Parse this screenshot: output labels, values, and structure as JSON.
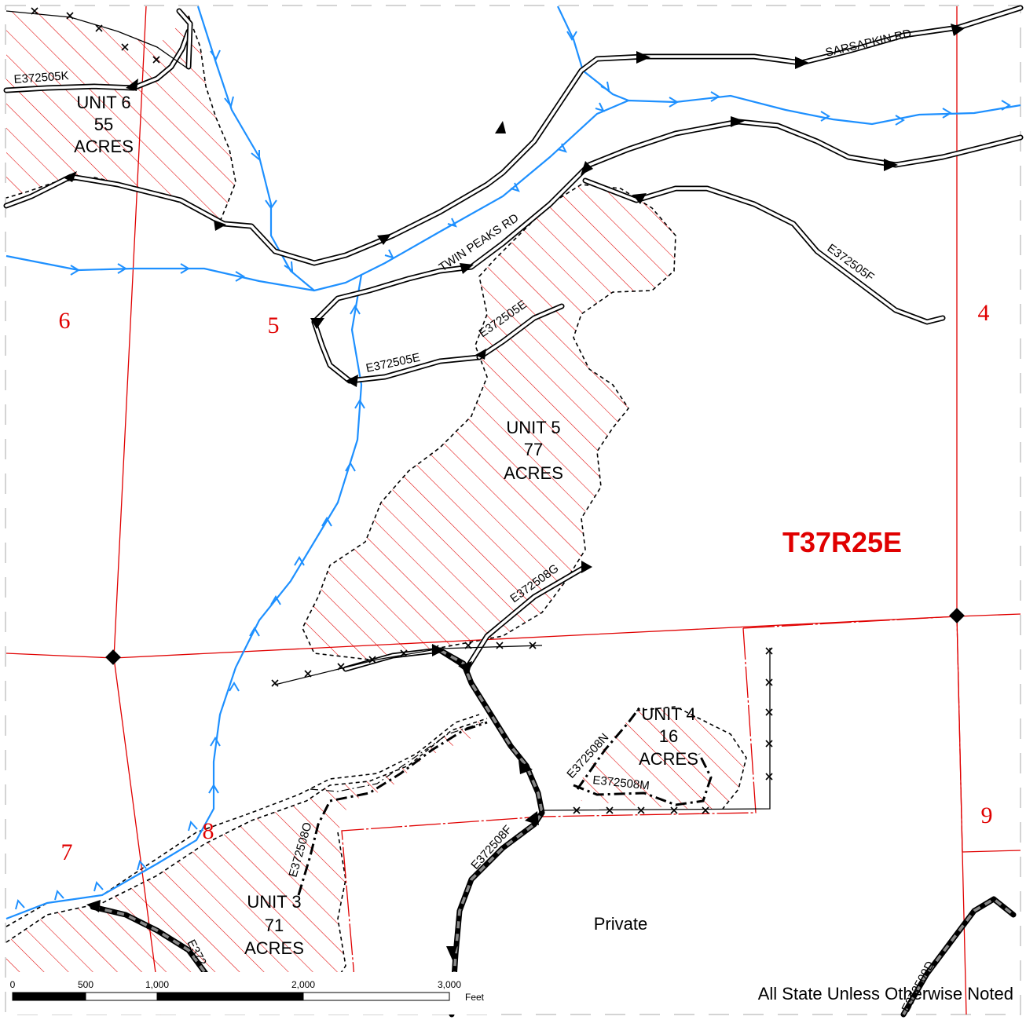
{
  "map": {
    "township_label": "T37R25E",
    "ownership_note": "All State Unless Otherwise Noted",
    "private_label": "Private",
    "colors": {
      "section_lines": "#e00000",
      "streams": "#1e90ff",
      "hatch": "#e00000",
      "roads": "#000000"
    },
    "section_numbers": [
      "6",
      "5",
      "4",
      "7",
      "8",
      "9"
    ],
    "units": [
      {
        "name": "UNIT 6",
        "acres_value": "55",
        "acres_word": "ACRES"
      },
      {
        "name": "UNIT 5",
        "acres_value": "77",
        "acres_word": "ACRES"
      },
      {
        "name": "UNIT 4",
        "acres_value": "16",
        "acres_word": "ACRES"
      },
      {
        "name": "UNIT 3",
        "acres_value": "71",
        "acres_word": "ACRES"
      }
    ],
    "road_labels": {
      "sarsapkin": "SARSAPKIN RD",
      "twin_peaks": "TWIN PEAKS RD",
      "e372505k": "E372505K",
      "e372505f": "E372505F",
      "e372505e_a": "E372505E",
      "e372505e_b": "E372505E",
      "e372508g": "E372508G",
      "e372508n": "E372508N",
      "e372508m": "E372508M",
      "e372508o": "E372508O",
      "e372508f": "E372508F",
      "e372509d": "E372509D",
      "e372_partial": "E372"
    },
    "scale_bar": {
      "ticks": [
        "0",
        "500",
        "1,000",
        "2,000",
        "3,000"
      ],
      "unit": "Feet"
    },
    "icons": {
      "section_corner": "diamond-icon",
      "road_direction": "arrowhead-icon",
      "stream_flow": "chevron-icon",
      "fence": "x-mark-icon"
    }
  }
}
